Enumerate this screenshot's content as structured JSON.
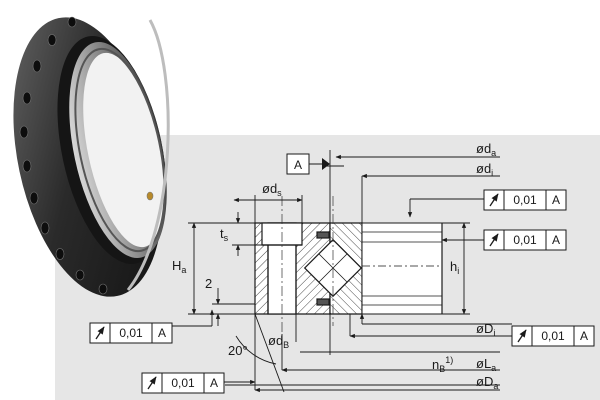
{
  "labels": {
    "datum": "A",
    "d_a": "ød",
    "d_a_sub": "a",
    "d_i": "ød",
    "d_i_sub": "i",
    "d_s": "ød",
    "d_s_sub": "s",
    "t_s": "t",
    "t_s_sub": "s",
    "H_a": "H",
    "H_a_sub": "a",
    "h_i": "h",
    "h_i_sub": "i",
    "two": "2",
    "d_B": "ød",
    "d_B_sub": "B",
    "angle": "20°",
    "D_i": "øD",
    "D_i_sub": "i",
    "n_B": "n",
    "n_B_sub": "B",
    "n_B_sup": "1)",
    "L_a": "øL",
    "L_a_sub": "a",
    "D_a": "øD",
    "D_a_sub": "a"
  },
  "tolerance_frames": [
    {
      "id": "top",
      "value": "0,01",
      "datum": "A"
    },
    {
      "id": "mid",
      "value": "0,01",
      "datum": "A"
    },
    {
      "id": "left",
      "value": "0,01",
      "datum": "A"
    },
    {
      "id": "right",
      "value": "0,01",
      "datum": "A"
    },
    {
      "id": "bottom",
      "value": "0,01",
      "datum": "A"
    }
  ]
}
